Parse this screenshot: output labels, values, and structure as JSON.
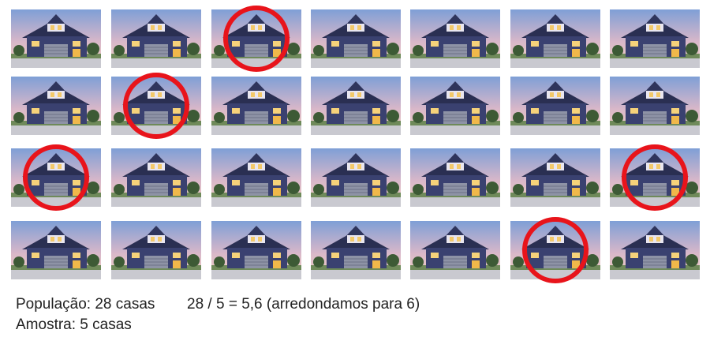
{
  "grid": {
    "rows": 4,
    "cols": 7,
    "house_icon": "house-photo",
    "highlight_color": "#e8141b"
  },
  "selected": [
    {
      "row": 0,
      "col": 2
    },
    {
      "row": 1,
      "col": 1
    },
    {
      "row": 2,
      "col": 0
    },
    {
      "row": 2,
      "col": 6
    },
    {
      "row": 3,
      "col": 5
    }
  ],
  "caption": {
    "population": "População: 28 casas",
    "sample": "Amostra: 5 casas",
    "calculation": "28 / 5 = 5,6 (arredondamos para 6)"
  }
}
